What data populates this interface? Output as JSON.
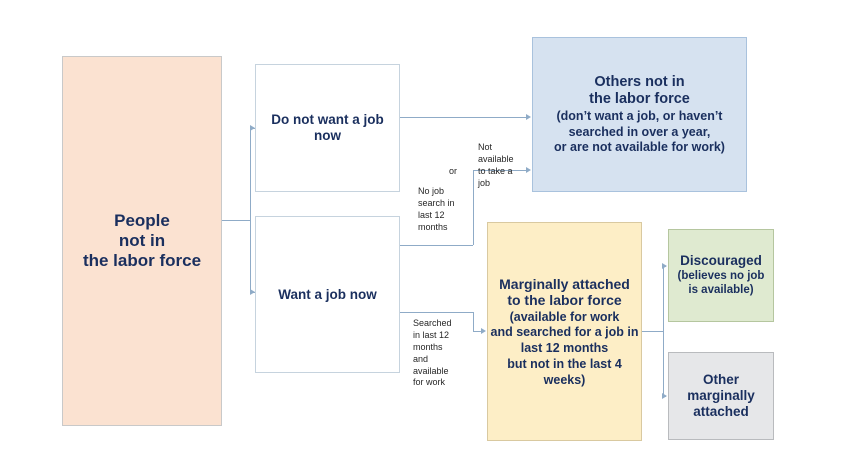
{
  "diagram": {
    "title": "People not in the labor force classification flowchart",
    "nodes": {
      "people": {
        "label": "People\nnot in\nthe labor force",
        "line1": "People",
        "line2": "not in",
        "line3": "the labor force",
        "fill": "#fbe2d1",
        "text_color": "#1a2f5e"
      },
      "do_not_want_job": {
        "line1": "Do not want a job",
        "line2": "now",
        "fill": "#ffffff",
        "text_color": "#1a2f5e"
      },
      "want_job": {
        "line1": "Want a job now",
        "fill": "#ffffff",
        "text_color": "#1a2f5e"
      },
      "others_not_in_labor_force": {
        "line1": "Others not in",
        "line2": "the labor force",
        "sub1": "(don’t want a job, or haven’t",
        "sub2": "searched in over a year,",
        "sub3": "or are not available for work)",
        "fill": "#d6e2f0",
        "text_color": "#1a2f5e"
      },
      "marginally_attached": {
        "line1": "Marginally attached",
        "line2": "to the labor force",
        "sub1": "(available for work",
        "sub2": "and searched for a job in",
        "sub3": "last 12 months",
        "sub4": "but not in the last 4",
        "sub5": "weeks)",
        "fill": "#fdeec6",
        "text_color": "#1a2f5e"
      },
      "discouraged": {
        "line1": "Discouraged",
        "sub1": "(believes no job",
        "sub2": "is available)",
        "fill": "#dfead0",
        "text_color": "#1a2f5e"
      },
      "other_marginally_attached": {
        "line1": "Other",
        "line2": "marginally",
        "line3": "attached",
        "fill": "#e6e7e9",
        "text_color": "#1a2f5e"
      }
    },
    "edge_labels": {
      "or": "or",
      "no_job_search": "No job\nsearch in\nlast 12\nmonths",
      "no_job_search_l1": "No job",
      "no_job_search_l2": "search in",
      "no_job_search_l3": "last 12",
      "no_job_search_l4": "months",
      "not_available": "Not\navailable\nto take a\njob",
      "not_available_l1": "Not",
      "not_available_l2": "available",
      "not_available_l3": "to take a",
      "not_available_l4": "job",
      "searched": "Searched\nin last 12\nmonths\nand\navailable\nfor work",
      "searched_l1": "Searched",
      "searched_l2": "in last 12",
      "searched_l3": "months",
      "searched_l4": "and",
      "searched_l5": "available",
      "searched_l6": "for work"
    },
    "connector_color": "#8fabc7"
  }
}
